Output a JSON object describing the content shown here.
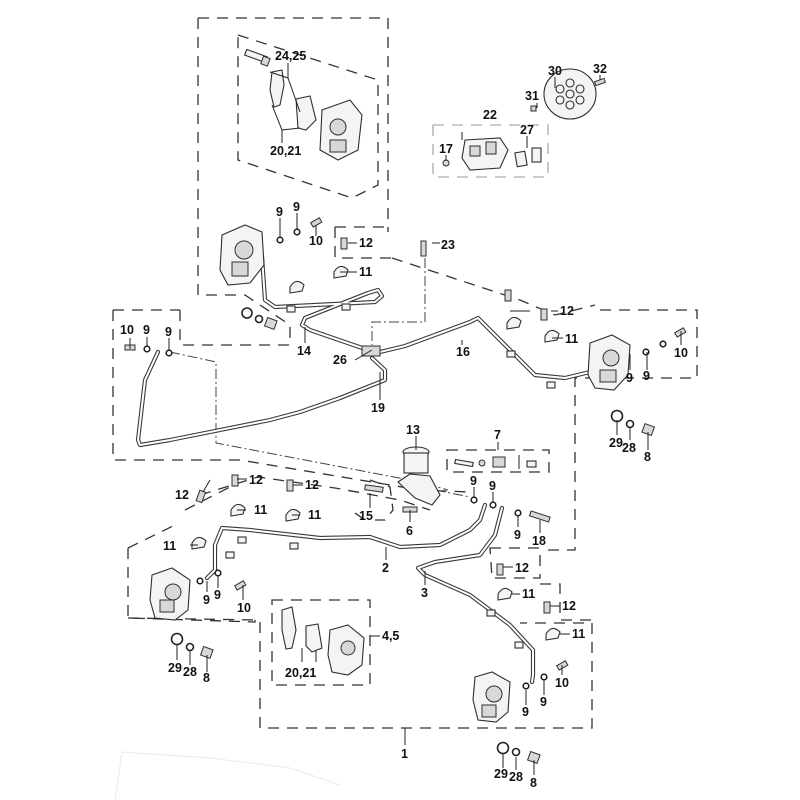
{
  "diagram": {
    "title": "Brake system exploded parts diagram",
    "assemblies": {
      "front_caliper_kit": "24,25",
      "front_pads": "20,21",
      "rear_pad_kit": "27",
      "rear_caliper": "22",
      "rear_caliper_bolt": "17",
      "brake_disc": "30",
      "disc_nut": "31",
      "disc_bolt": "32",
      "lower_caliper_kit": "4,5",
      "lower_pads": "20,21"
    },
    "callouts": {
      "banjo_washer": "9",
      "banjo_bolt": "10",
      "pipe_clamp": "11",
      "clamp_bolt": "12",
      "master_cylinder": "13",
      "brake_pipe_14": "14",
      "brake_pipe_16": "16",
      "brake_pipe_19": "19",
      "brake_pipe_2": "2",
      "brake_pipe_3": "3",
      "joint_bolt_23": "23",
      "three_way_joint": "26",
      "mc_kit": "7",
      "switch_6": "6",
      "bolt_15": "15",
      "bolt_18": "18",
      "washer_29": "29",
      "washer_28": "28",
      "mount_bolt_8": "8",
      "hose_assembly_1": "1"
    }
  }
}
